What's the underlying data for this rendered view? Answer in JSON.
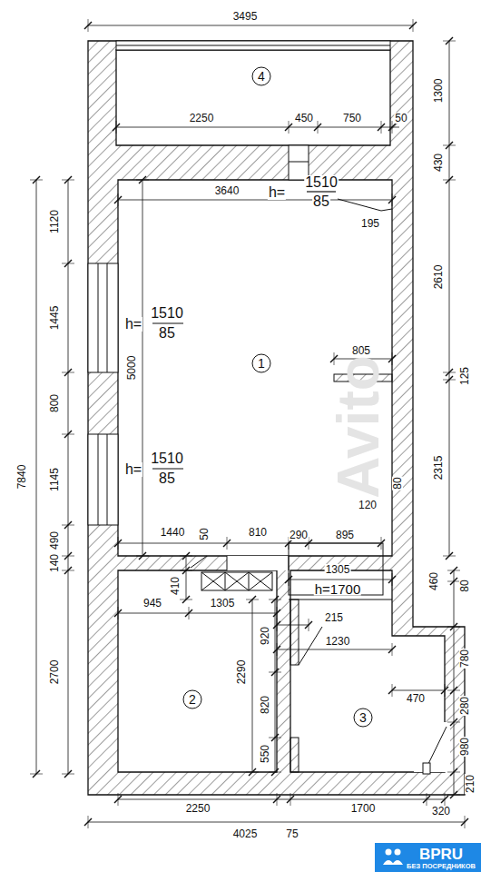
{
  "diagram": {
    "nodes": [
      {
        "text": [
          "4"
        ]
      },
      {
        "text": [
          "1"
        ]
      },
      {
        "text": [
          "2"
        ]
      },
      {
        "text": [
          "3"
        ]
      }
    ],
    "labels": [
      "3495",
      "1300",
      "2250",
      "450",
      "750",
      "50",
      "430",
      "h=",
      "1510",
      "85",
      "3640",
      "195",
      "2610",
      "125",
      "805",
      "2315",
      "80",
      "120",
      "1120",
      "1445",
      "800",
      "1145",
      "490",
      "140",
      "2700",
      "7840",
      "5000",
      "h=",
      "1510",
      "85",
      "h=",
      "1510",
      "85",
      "1440",
      "50",
      "810",
      "290",
      "895",
      "1305",
      "h=1700",
      "460",
      "80",
      "410",
      "945",
      "1305",
      "215",
      "1230",
      "780",
      "920",
      "2290",
      "470",
      "280",
      "820",
      "980",
      "550",
      "210",
      "2250",
      "1700",
      "320",
      "75",
      "4025",
      "Avito",
      "BPRU",
      "БЕЗ ПОСРЕДНИКОВ"
    ]
  }
}
